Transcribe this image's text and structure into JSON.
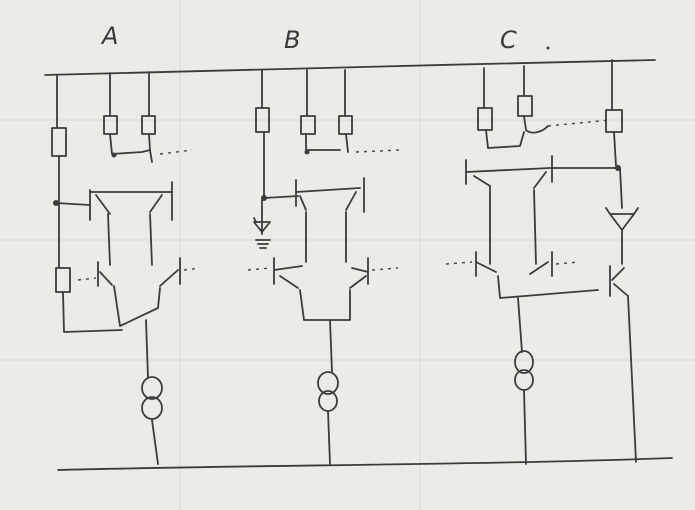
{
  "labels": {
    "a": "A",
    "b": "B",
    "c": "C"
  },
  "colors": {
    "paper": "#ecebe8",
    "ink": "#3c3c3c"
  }
}
